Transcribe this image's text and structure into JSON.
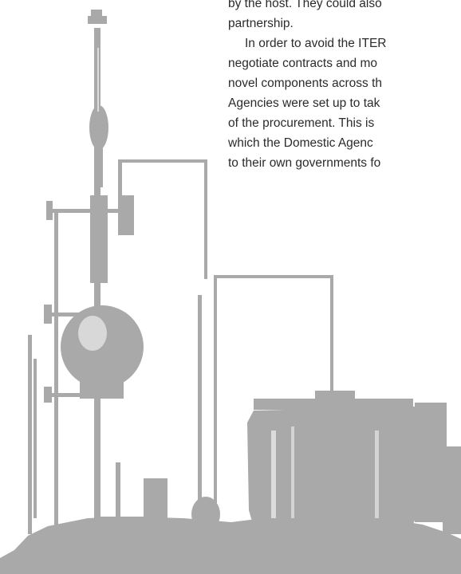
{
  "document": {
    "lines": [
      "by the host. They could also",
      "partnership.",
      "In order to avoid the ITER",
      "negotiate contracts and mo",
      "novel components across th",
      "Agencies were set up to tak",
      "of the procurement. This is",
      "which the Domestic Agenc",
      "to their own governments fo"
    ]
  },
  "illustration": {
    "subject": "vintage-chemistry-apparatus-engraving",
    "color": "#a8a8a8"
  }
}
